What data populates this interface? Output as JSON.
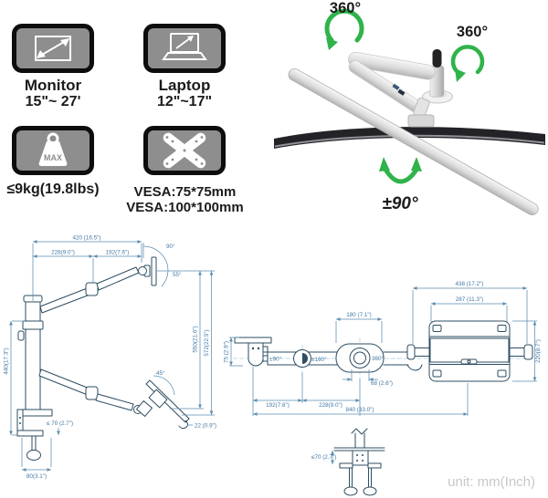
{
  "specs": {
    "monitor": {
      "label": "Monitor",
      "range": "15\"~ 27'"
    },
    "laptop": {
      "label": "Laptop",
      "range": "12\"~17\""
    },
    "weight": {
      "capacity": "≤9kg(19.8lbs)",
      "max_label": "MAX"
    },
    "vesa": {
      "line1": "VESA:75*75mm",
      "line2": "VESA:100*100mm"
    }
  },
  "render": {
    "rotation_arm": "360°",
    "rotation_pole": "360°",
    "swivel": "±90°"
  },
  "diagram": {
    "side_view": {
      "total_reach": "420 (16.5\")",
      "upper_arm": "228(9.0\")",
      "forearm": "192(7.6\")",
      "tilt_up": "90°",
      "tilt_down": "55°",
      "pole_height": "440(17.3\")",
      "height_to_tray": "550(21.6\")",
      "height_total": "572(22.5\")",
      "tray_tilt": "45°",
      "clamp_range": "≤ 70 (2.7\")",
      "tray_drop": "22 (0.9\")",
      "clamp_width": "80(3.1\")"
    },
    "top_view": {
      "hub_length": "180 (7.1\")",
      "base_swivel": "±90°",
      "elbow_swivel": "±160°",
      "hub_rotation": "360°",
      "hub_width": "68 (2.6\")",
      "forearm": "192(7.6\")",
      "upper_arm": "228(9.0\")",
      "total_length": "840 (33.0\")",
      "bracket_height": "75 (2.9\")",
      "clamp_range": "≤70 (2.7\")"
    },
    "tray_view": {
      "tray_width": "438 (17.2\")",
      "inner_width": "287 (11.3\")",
      "tray_depth": "220(8.7\")"
    },
    "unit_note": "unit: mm(Inch)"
  },
  "colors": {
    "accent_green": "#2fb34a",
    "line_art": "#2e4d61",
    "dimension_blue": "#4377a3",
    "plate_fill": "#8e8e8e",
    "plate_border": "#0d0d0d"
  }
}
